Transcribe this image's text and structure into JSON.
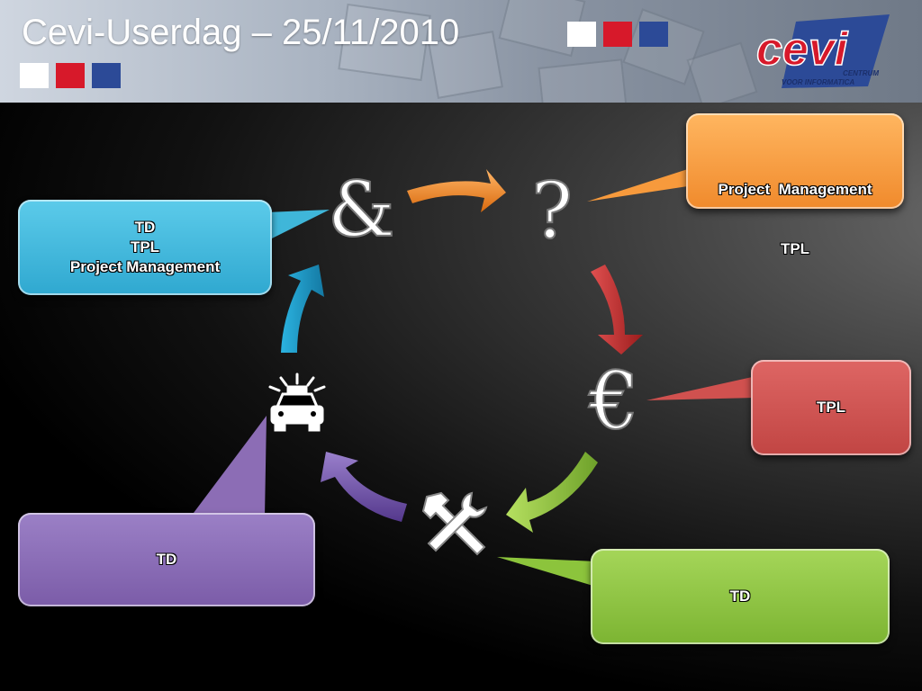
{
  "header": {
    "title": "Cevi-Userdag – 25/11/2010",
    "flag_colors": [
      "#ffffff",
      "#d7192a",
      "#2c4a97"
    ],
    "logo": {
      "main": "cevi",
      "line1": "CENTRUM",
      "line2": "VOOR INFORMATICA"
    }
  },
  "cycle": {
    "symbols": {
      "ampersand": "&",
      "question": "?",
      "euro": "€",
      "tools_icon": "hammer-wrench-icon",
      "police_icon": "police-car-icon"
    },
    "callouts": {
      "blue": {
        "lines": [
          "TD",
          "TPL",
          "Project Management"
        ],
        "color": "#3fb6d9"
      },
      "orange": {
        "lines": [
          "Project  Management",
          "TPL"
        ],
        "color": "#f79a3c"
      },
      "red": {
        "lines": [
          "TPL"
        ],
        "color": "#d0514f"
      },
      "green": {
        "lines": [
          "TD"
        ],
        "color": "#8cc43c"
      },
      "purple": {
        "lines": [
          "TD"
        ],
        "color": "#8c6db5"
      }
    },
    "arrow_colors": {
      "orange": "#f0831e",
      "red": "#c22b2b",
      "green": "#8cbf3a",
      "purple": "#6c4ea3",
      "blue": "#1f9bc6"
    }
  }
}
